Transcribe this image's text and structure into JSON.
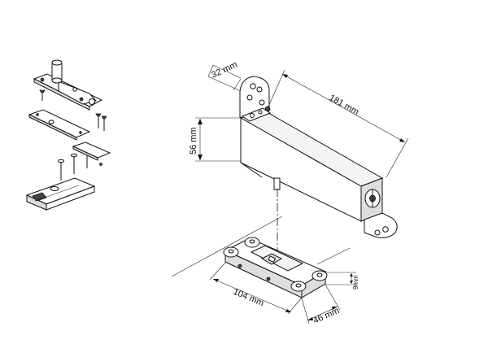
{
  "diagram": {
    "dimensions": {
      "bracket_width": "32 mm",
      "body_length": "181 mm",
      "body_height": "56 mm",
      "base_length": "104 mm",
      "base_width": "46 mm",
      "base_height": "9mm"
    },
    "colors": {
      "line": "#111111",
      "body": "#f4f4f4",
      "shade": "#dedede",
      "background": "#ffffff"
    }
  }
}
